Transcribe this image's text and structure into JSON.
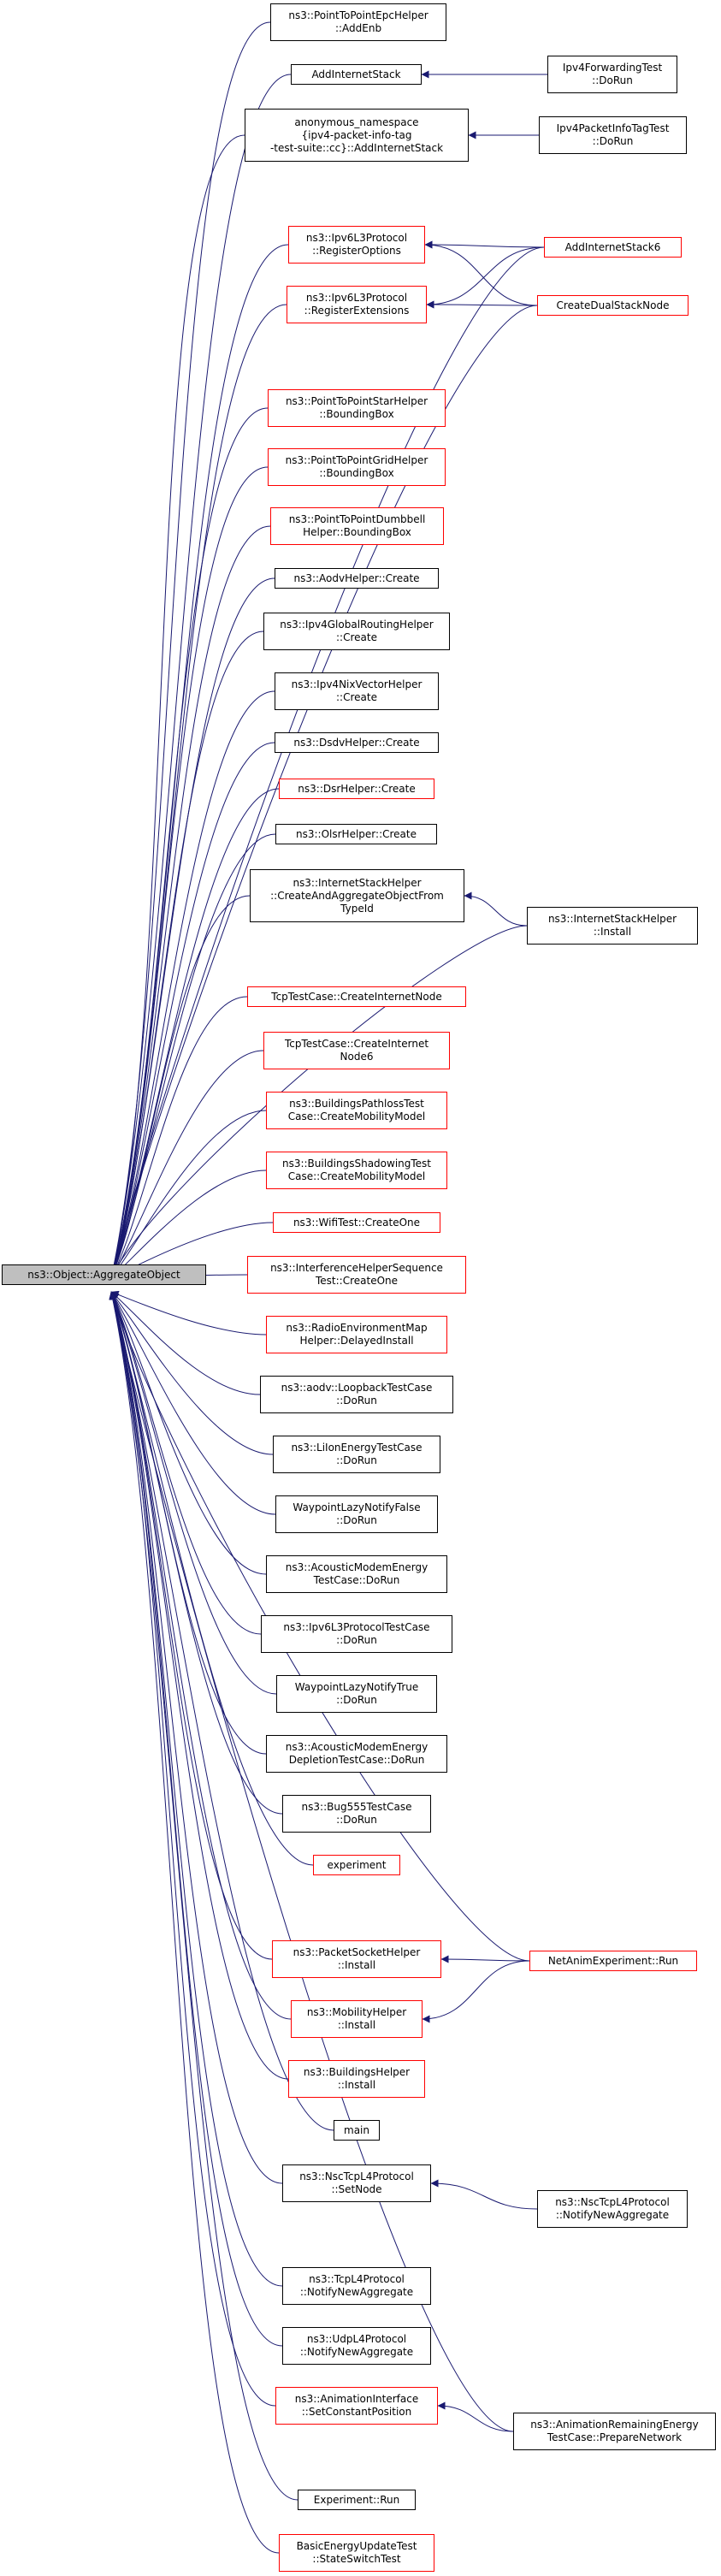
{
  "colors": {
    "edge": "#191970",
    "red_border": "#ff0000",
    "black_border": "#000000",
    "root_fill": "#bfbfbf"
  },
  "root": {
    "id": "root",
    "lines": [
      "ns3::Object::AggregateObject"
    ]
  },
  "nodes": [
    {
      "id": "ptp_epc",
      "lines": [
        "ns3::PointToPointEpcHelper",
        "::AddEnb"
      ],
      "red": false
    },
    {
      "id": "add_inet",
      "lines": [
        "AddInternetStack"
      ],
      "red": false
    },
    {
      "id": "ipv4fwd",
      "lines": [
        "Ipv4ForwardingTest",
        "::DoRun"
      ],
      "red": false
    },
    {
      "id": "anon_ns",
      "lines": [
        "anonymous_namespace",
        "{ipv4-packet-info-tag",
        "-test-suite::cc}::AddInternetStack"
      ],
      "red": false
    },
    {
      "id": "ipv4pit",
      "lines": [
        "Ipv4PacketInfoTagTest",
        "::DoRun"
      ],
      "red": false
    },
    {
      "id": "add_inet6",
      "lines": [
        "AddInternetStack6"
      ],
      "red": true
    },
    {
      "id": "ipv6_regopt",
      "lines": [
        "ns3::Ipv6L3Protocol",
        "::RegisterOptions"
      ],
      "red": true
    },
    {
      "id": "ipv6_regext",
      "lines": [
        "ns3::Ipv6L3Protocol",
        "::RegisterExtensions"
      ],
      "red": true
    },
    {
      "id": "dualstack",
      "lines": [
        "CreateDualStackNode"
      ],
      "red": true
    },
    {
      "id": "ptp_star",
      "lines": [
        "ns3::PointToPointStarHelper",
        "::BoundingBox"
      ],
      "red": true
    },
    {
      "id": "ptp_grid",
      "lines": [
        "ns3::PointToPointGridHelper",
        "::BoundingBox"
      ],
      "red": true
    },
    {
      "id": "ptp_dumb",
      "lines": [
        "ns3::PointToPointDumbbell",
        "Helper::BoundingBox"
      ],
      "red": true
    },
    {
      "id": "aodv_create",
      "lines": [
        "ns3::AodvHelper::Create"
      ],
      "red": false
    },
    {
      "id": "ipv4gr",
      "lines": [
        "ns3::Ipv4GlobalRoutingHelper",
        "::Create"
      ],
      "red": false
    },
    {
      "id": "ipv4nix",
      "lines": [
        "ns3::Ipv4NixVectorHelper",
        "::Create"
      ],
      "red": false
    },
    {
      "id": "dsdv",
      "lines": [
        "ns3::DsdvHelper::Create"
      ],
      "red": false
    },
    {
      "id": "dsr",
      "lines": [
        "ns3::DsrHelper::Create"
      ],
      "red": true
    },
    {
      "id": "olsr",
      "lines": [
        "ns3::OlsrHelper::Create"
      ],
      "red": false
    },
    {
      "id": "ish_cao",
      "lines": [
        "ns3::InternetStackHelper",
        "::CreateAndAggregateObjectFrom",
        "TypeId"
      ],
      "red": false
    },
    {
      "id": "ish_install",
      "lines": [
        "ns3::InternetStackHelper",
        "::Install"
      ],
      "red": false
    },
    {
      "id": "tcp_cin",
      "lines": [
        "TcpTestCase::CreateInternetNode"
      ],
      "red": true
    },
    {
      "id": "tcp_cin6",
      "lines": [
        "TcpTestCase::CreateInternet",
        "Node6"
      ],
      "red": true
    },
    {
      "id": "bpath",
      "lines": [
        "ns3::BuildingsPathlossTest",
        "Case::CreateMobilityModel"
      ],
      "red": true
    },
    {
      "id": "bshadow",
      "lines": [
        "ns3::BuildingsShadowingTest",
        "Case::CreateMobilityModel"
      ],
      "red": true
    },
    {
      "id": "wifi",
      "lines": [
        "ns3::WifiTest::CreateOne"
      ],
      "red": true
    },
    {
      "id": "interf",
      "lines": [
        "ns3::InterferenceHelperSequence",
        "Test::CreateOne"
      ],
      "red": true
    },
    {
      "id": "remh",
      "lines": [
        "ns3::RadioEnvironmentMap",
        "Helper::DelayedInstall"
      ],
      "red": true
    },
    {
      "id": "aodv_loop",
      "lines": [
        "ns3::aodv::LoopbackTestCase",
        "::DoRun"
      ],
      "red": false
    },
    {
      "id": "liion",
      "lines": [
        "ns3::LiIonEnergyTestCase",
        "::DoRun"
      ],
      "red": false
    },
    {
      "id": "wpfalse",
      "lines": [
        "WaypointLazyNotifyFalse",
        "::DoRun"
      ],
      "red": false
    },
    {
      "id": "amodem",
      "lines": [
        "ns3::AcousticModemEnergy",
        "TestCase::DoRun"
      ],
      "red": false
    },
    {
      "id": "ipv6tc",
      "lines": [
        "ns3::Ipv6L3ProtocolTestCase",
        "::DoRun"
      ],
      "red": false
    },
    {
      "id": "wptrue",
      "lines": [
        "WaypointLazyNotifyTrue",
        "::DoRun"
      ],
      "red": false
    },
    {
      "id": "amodem_dep",
      "lines": [
        "ns3::AcousticModemEnergy",
        "DepletionTestCase::DoRun"
      ],
      "red": false
    },
    {
      "id": "bug555",
      "lines": [
        "ns3::Bug555TestCase",
        "::DoRun"
      ],
      "red": false
    },
    {
      "id": "experiment",
      "lines": [
        "experiment"
      ],
      "red": true
    },
    {
      "id": "psh_install",
      "lines": [
        "ns3::PacketSocketHelper",
        "::Install"
      ],
      "red": true
    },
    {
      "id": "netanim",
      "lines": [
        "NetAnimExperiment::Run"
      ],
      "red": true
    },
    {
      "id": "mob_install",
      "lines": [
        "ns3::MobilityHelper",
        "::Install"
      ],
      "red": true
    },
    {
      "id": "bh_install",
      "lines": [
        "ns3::BuildingsHelper",
        "::Install"
      ],
      "red": true
    },
    {
      "id": "main",
      "lines": [
        "main"
      ],
      "red": false
    },
    {
      "id": "nsc_setnode",
      "lines": [
        "ns3::NscTcpL4Protocol",
        "::SetNode"
      ],
      "red": false
    },
    {
      "id": "nsc_notify",
      "lines": [
        "ns3::NscTcpL4Protocol",
        "::NotifyNewAggregate"
      ],
      "red": false
    },
    {
      "id": "tcp_notify",
      "lines": [
        "ns3::TcpL4Protocol",
        "::NotifyNewAggregate"
      ],
      "red": false
    },
    {
      "id": "udp_notify",
      "lines": [
        "ns3::UdpL4Protocol",
        "::NotifyNewAggregate"
      ],
      "red": false
    },
    {
      "id": "anim_scp",
      "lines": [
        "ns3::AnimationInterface",
        "::SetConstantPosition"
      ],
      "red": true
    },
    {
      "id": "anim_rem",
      "lines": [
        "ns3::AnimationRemainingEnergy",
        "TestCase::PrepareNetwork"
      ],
      "red": false
    },
    {
      "id": "exp_run",
      "lines": [
        "Experiment::Run"
      ],
      "red": false
    },
    {
      "id": "beut",
      "lines": [
        "BasicEnergyUpdateTest",
        "::StateSwitchTest"
      ],
      "red": true
    }
  ],
  "edges": [
    {
      "from": "ptp_epc",
      "to": "root"
    },
    {
      "from": "add_inet",
      "to": "root"
    },
    {
      "from": "ipv4fwd",
      "to": "add_inet"
    },
    {
      "from": "anon_ns",
      "to": "root"
    },
    {
      "from": "ipv4pit",
      "to": "anon_ns"
    },
    {
      "from": "add_inet6",
      "to": "root"
    },
    {
      "from": "ipv6_regopt",
      "to": "root"
    },
    {
      "from": "add_inet6",
      "to": "ipv6_regopt"
    },
    {
      "from": "dualstack",
      "to": "ipv6_regopt"
    },
    {
      "from": "ipv6_regext",
      "to": "root"
    },
    {
      "from": "add_inet6",
      "to": "ipv6_regext"
    },
    {
      "from": "dualstack",
      "to": "ipv6_regext"
    },
    {
      "from": "dualstack",
      "to": "root"
    },
    {
      "from": "ptp_star",
      "to": "root"
    },
    {
      "from": "ptp_grid",
      "to": "root"
    },
    {
      "from": "ptp_dumb",
      "to": "root"
    },
    {
      "from": "aodv_create",
      "to": "root"
    },
    {
      "from": "ipv4gr",
      "to": "root"
    },
    {
      "from": "ipv4nix",
      "to": "root"
    },
    {
      "from": "dsdv",
      "to": "root"
    },
    {
      "from": "dsr",
      "to": "root"
    },
    {
      "from": "olsr",
      "to": "root"
    },
    {
      "from": "ish_cao",
      "to": "root"
    },
    {
      "from": "ish_install",
      "to": "ish_cao"
    },
    {
      "from": "ish_install",
      "to": "root"
    },
    {
      "from": "tcp_cin",
      "to": "root"
    },
    {
      "from": "tcp_cin6",
      "to": "root"
    },
    {
      "from": "bpath",
      "to": "root"
    },
    {
      "from": "bshadow",
      "to": "root"
    },
    {
      "from": "wifi",
      "to": "root"
    },
    {
      "from": "interf",
      "to": "root"
    },
    {
      "from": "remh",
      "to": "root"
    },
    {
      "from": "aodv_loop",
      "to": "root"
    },
    {
      "from": "liion",
      "to": "root"
    },
    {
      "from": "wpfalse",
      "to": "root"
    },
    {
      "from": "amodem",
      "to": "root"
    },
    {
      "from": "ipv6tc",
      "to": "root"
    },
    {
      "from": "wptrue",
      "to": "root"
    },
    {
      "from": "amodem_dep",
      "to": "root"
    },
    {
      "from": "bug555",
      "to": "root"
    },
    {
      "from": "experiment",
      "to": "root"
    },
    {
      "from": "netanim",
      "to": "root"
    },
    {
      "from": "psh_install",
      "to": "root"
    },
    {
      "from": "netanim",
      "to": "psh_install"
    },
    {
      "from": "mob_install",
      "to": "root"
    },
    {
      "from": "netanim",
      "to": "mob_install"
    },
    {
      "from": "bh_install",
      "to": "root"
    },
    {
      "from": "main",
      "to": "root"
    },
    {
      "from": "nsc_setnode",
      "to": "root"
    },
    {
      "from": "nsc_notify",
      "to": "nsc_setnode"
    },
    {
      "from": "tcp_notify",
      "to": "root"
    },
    {
      "from": "udp_notify",
      "to": "root"
    },
    {
      "from": "anim_scp",
      "to": "root"
    },
    {
      "from": "anim_rem",
      "to": "anim_scp"
    },
    {
      "from": "anim_rem",
      "to": "root"
    },
    {
      "from": "exp_run",
      "to": "root"
    },
    {
      "from": "beut",
      "to": "root"
    }
  ]
}
